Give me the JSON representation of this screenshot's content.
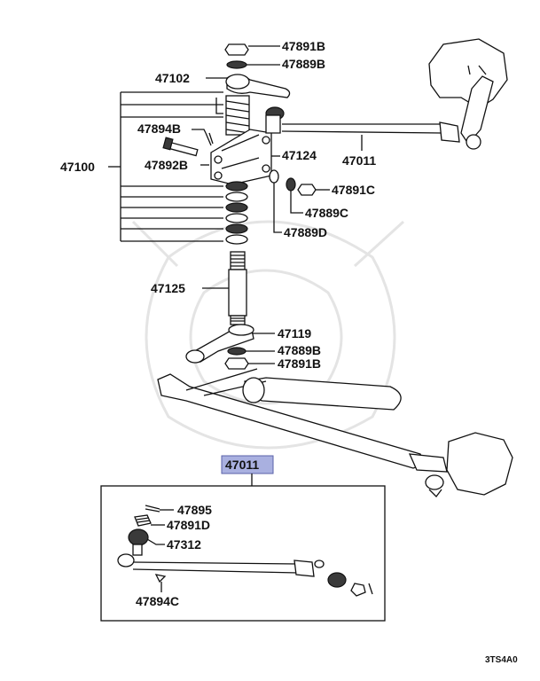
{
  "labels": {
    "p47891B_top": "47891B",
    "p47889B_top": "47889B",
    "p47102": "47102",
    "p47894B": "47894B",
    "p47100": "47100",
    "p47892B": "47892B",
    "p47124": "47124",
    "p47011_top": "47011",
    "p47891C": "47891C",
    "p47889C": "47889C",
    "p47889D": "47889D",
    "p47125": "47125",
    "p47119": "47119",
    "p47889B_low": "47889B",
    "p47891B_low": "47891B",
    "p47011_box": "47011",
    "p47895": "47895",
    "p47891D": "47891D",
    "p47312": "47312",
    "p47894C": "47894C"
  },
  "diagram_code": "3TS4A0",
  "colors": {
    "highlight": "#a9b0e0",
    "ink": "#111111",
    "watermark": "#e4e4e4"
  }
}
